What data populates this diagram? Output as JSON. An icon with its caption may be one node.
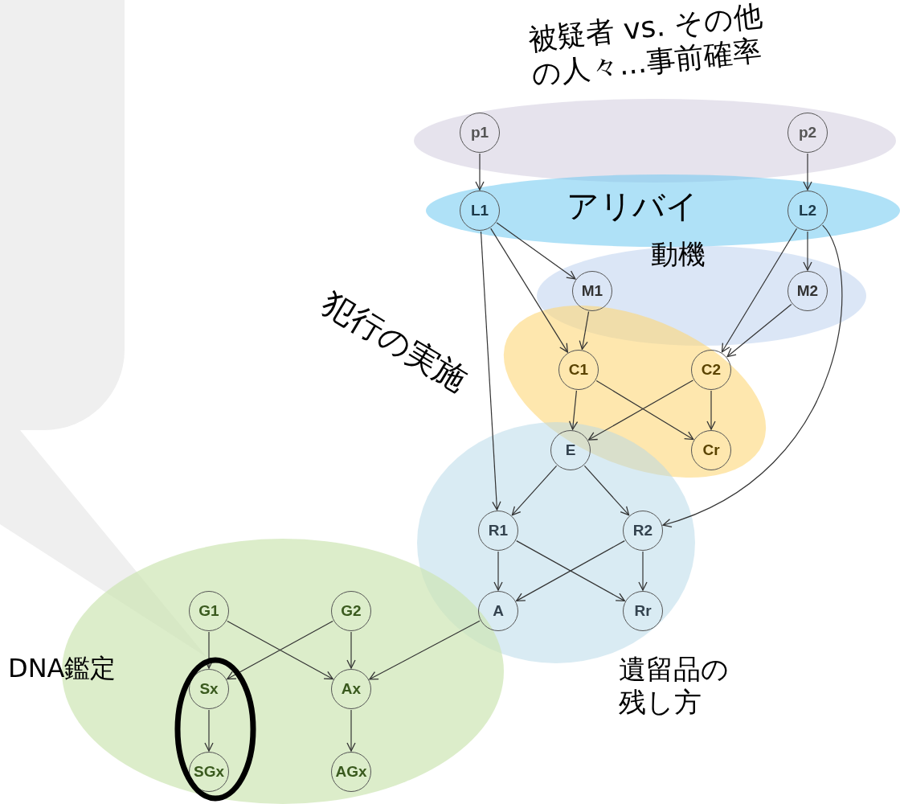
{
  "diagram": {
    "nodes": [
      {
        "text": [
          "被疑者 vs. その他の人々...事前確率"
        ]
      },
      {
        "text": [
          "p1"
        ],
        "in": 0
      },
      {
        "text": [
          "p2"
        ],
        "in": 0
      },
      {
        "text": [
          "アリバイ"
        ]
      },
      {
        "text": [
          "L1"
        ],
        "in": 3
      },
      {
        "text": [
          "L2"
        ],
        "in": 3
      },
      {
        "text": [
          "動機"
        ]
      },
      {
        "text": [
          "M1"
        ],
        "in": 6
      },
      {
        "text": [
          "M2"
        ],
        "in": 6
      },
      {
        "text": [
          "犯行の実施"
        ]
      },
      {
        "text": [
          "C1"
        ],
        "in": 9
      },
      {
        "text": [
          "C2"
        ],
        "in": 9
      },
      {
        "text": [
          "Cr"
        ],
        "in": 9
      },
      {
        "text": [
          "遺留品の残し方"
        ]
      },
      {
        "text": [
          "E"
        ],
        "in": 13
      },
      {
        "text": [
          "R1"
        ],
        "in": 13
      },
      {
        "text": [
          "R2"
        ],
        "in": 13
      },
      {
        "text": [
          "A"
        ],
        "in": 13
      },
      {
        "text": [
          "Rr"
        ],
        "in": 13
      },
      {
        "text": [
          "DNA鑑定"
        ]
      },
      {
        "text": [
          "G1"
        ],
        "in": 19
      },
      {
        "text": [
          "G2"
        ],
        "in": 19
      },
      {
        "text": [
          "Sx"
        ],
        "in": 19
      },
      {
        "text": [
          "Ax"
        ],
        "in": 19
      },
      {
        "text": [
          "SGx"
        ],
        "in": 19
      },
      {
        "text": [
          "AGx"
        ],
        "in": 19
      },
      {
        "text": [],
        "shape": "callout"
      }
    ],
    "edges": [
      {
        "from": 1,
        "to": 4,
        "arrow": "to"
      },
      {
        "from": 2,
        "to": 5,
        "arrow": "to"
      },
      {
        "from": 4,
        "to": 7,
        "arrow": "to"
      },
      {
        "from": 4,
        "to": 10,
        "arrow": "to"
      },
      {
        "from": 4,
        "to": 15,
        "arrow": "to"
      },
      {
        "from": 5,
        "to": 8,
        "arrow": "to"
      },
      {
        "from": 5,
        "to": 11,
        "arrow": "to"
      },
      {
        "from": 5,
        "to": 16,
        "arrow": "to"
      },
      {
        "from": 7,
        "to": 10,
        "arrow": "to"
      },
      {
        "from": 8,
        "to": 11,
        "arrow": "to"
      },
      {
        "from": 10,
        "to": 14,
        "arrow": "to"
      },
      {
        "from": 10,
        "to": 12,
        "arrow": "to"
      },
      {
        "from": 11,
        "to": 14,
        "arrow": "to"
      },
      {
        "from": 11,
        "to": 12,
        "arrow": "to"
      },
      {
        "from": 14,
        "to": 15,
        "arrow": "to"
      },
      {
        "from": 14,
        "to": 16,
        "arrow": "to"
      },
      {
        "from": 15,
        "to": 17,
        "arrow": "to"
      },
      {
        "from": 15,
        "to": 18,
        "arrow": "to"
      },
      {
        "from": 16,
        "to": 17,
        "arrow": "to"
      },
      {
        "from": 16,
        "to": 18,
        "arrow": "to"
      },
      {
        "from": 20,
        "to": 22,
        "arrow": "to"
      },
      {
        "from": 20,
        "to": 23,
        "arrow": "to"
      },
      {
        "from": 21,
        "to": 22,
        "arrow": "to"
      },
      {
        "from": 21,
        "to": 23,
        "arrow": "to"
      },
      {
        "from": 17,
        "to": 23,
        "arrow": "to"
      },
      {
        "from": 22,
        "to": 24,
        "arrow": "to"
      },
      {
        "from": 23,
        "to": 25,
        "arrow": "to"
      }
    ]
  }
}
